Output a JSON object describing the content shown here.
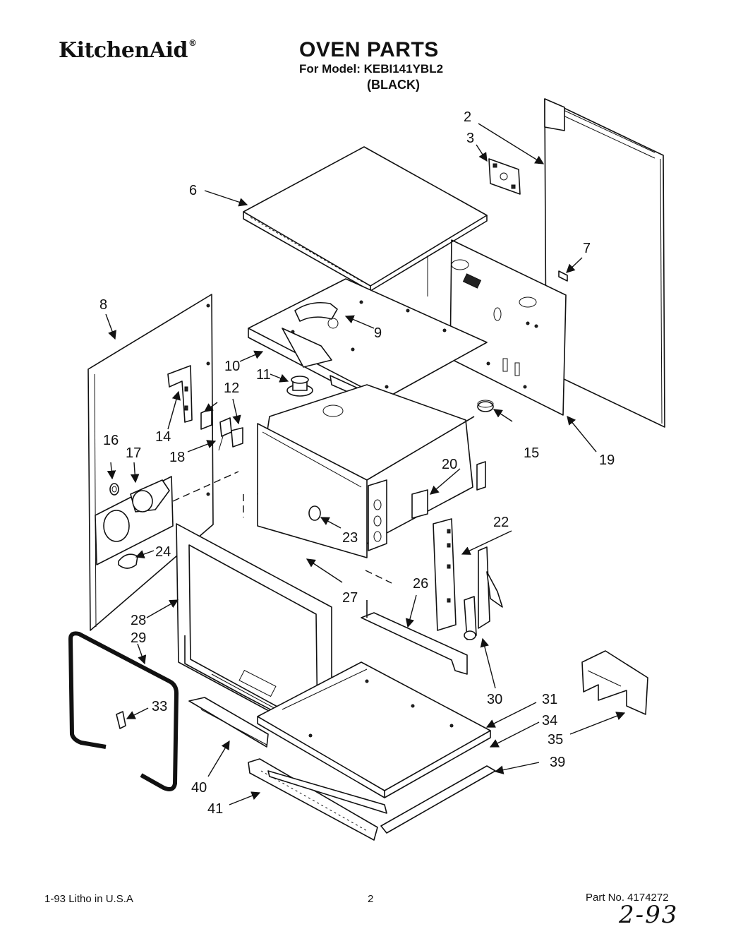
{
  "header": {
    "brand": "KitchenAid",
    "brand_mark": "®",
    "title": "OVEN PARTS",
    "model_line": "For Model: KEBI141YBL2",
    "variant": "(BLACK)"
  },
  "callouts": [
    "2",
    "3",
    "6",
    "7",
    "8",
    "9",
    "10",
    "11",
    "12",
    "14",
    "15",
    "16",
    "17",
    "18",
    "19",
    "20",
    "22",
    "23",
    "24",
    "26",
    "27",
    "28",
    "29",
    "30",
    "31",
    "33",
    "34",
    "35",
    "39",
    "40",
    "41"
  ],
  "footer": {
    "left": "1-93  Litho in U.S.A",
    "page": "2",
    "part_no": "Part No. 4174272",
    "handwritten": "2-93"
  }
}
